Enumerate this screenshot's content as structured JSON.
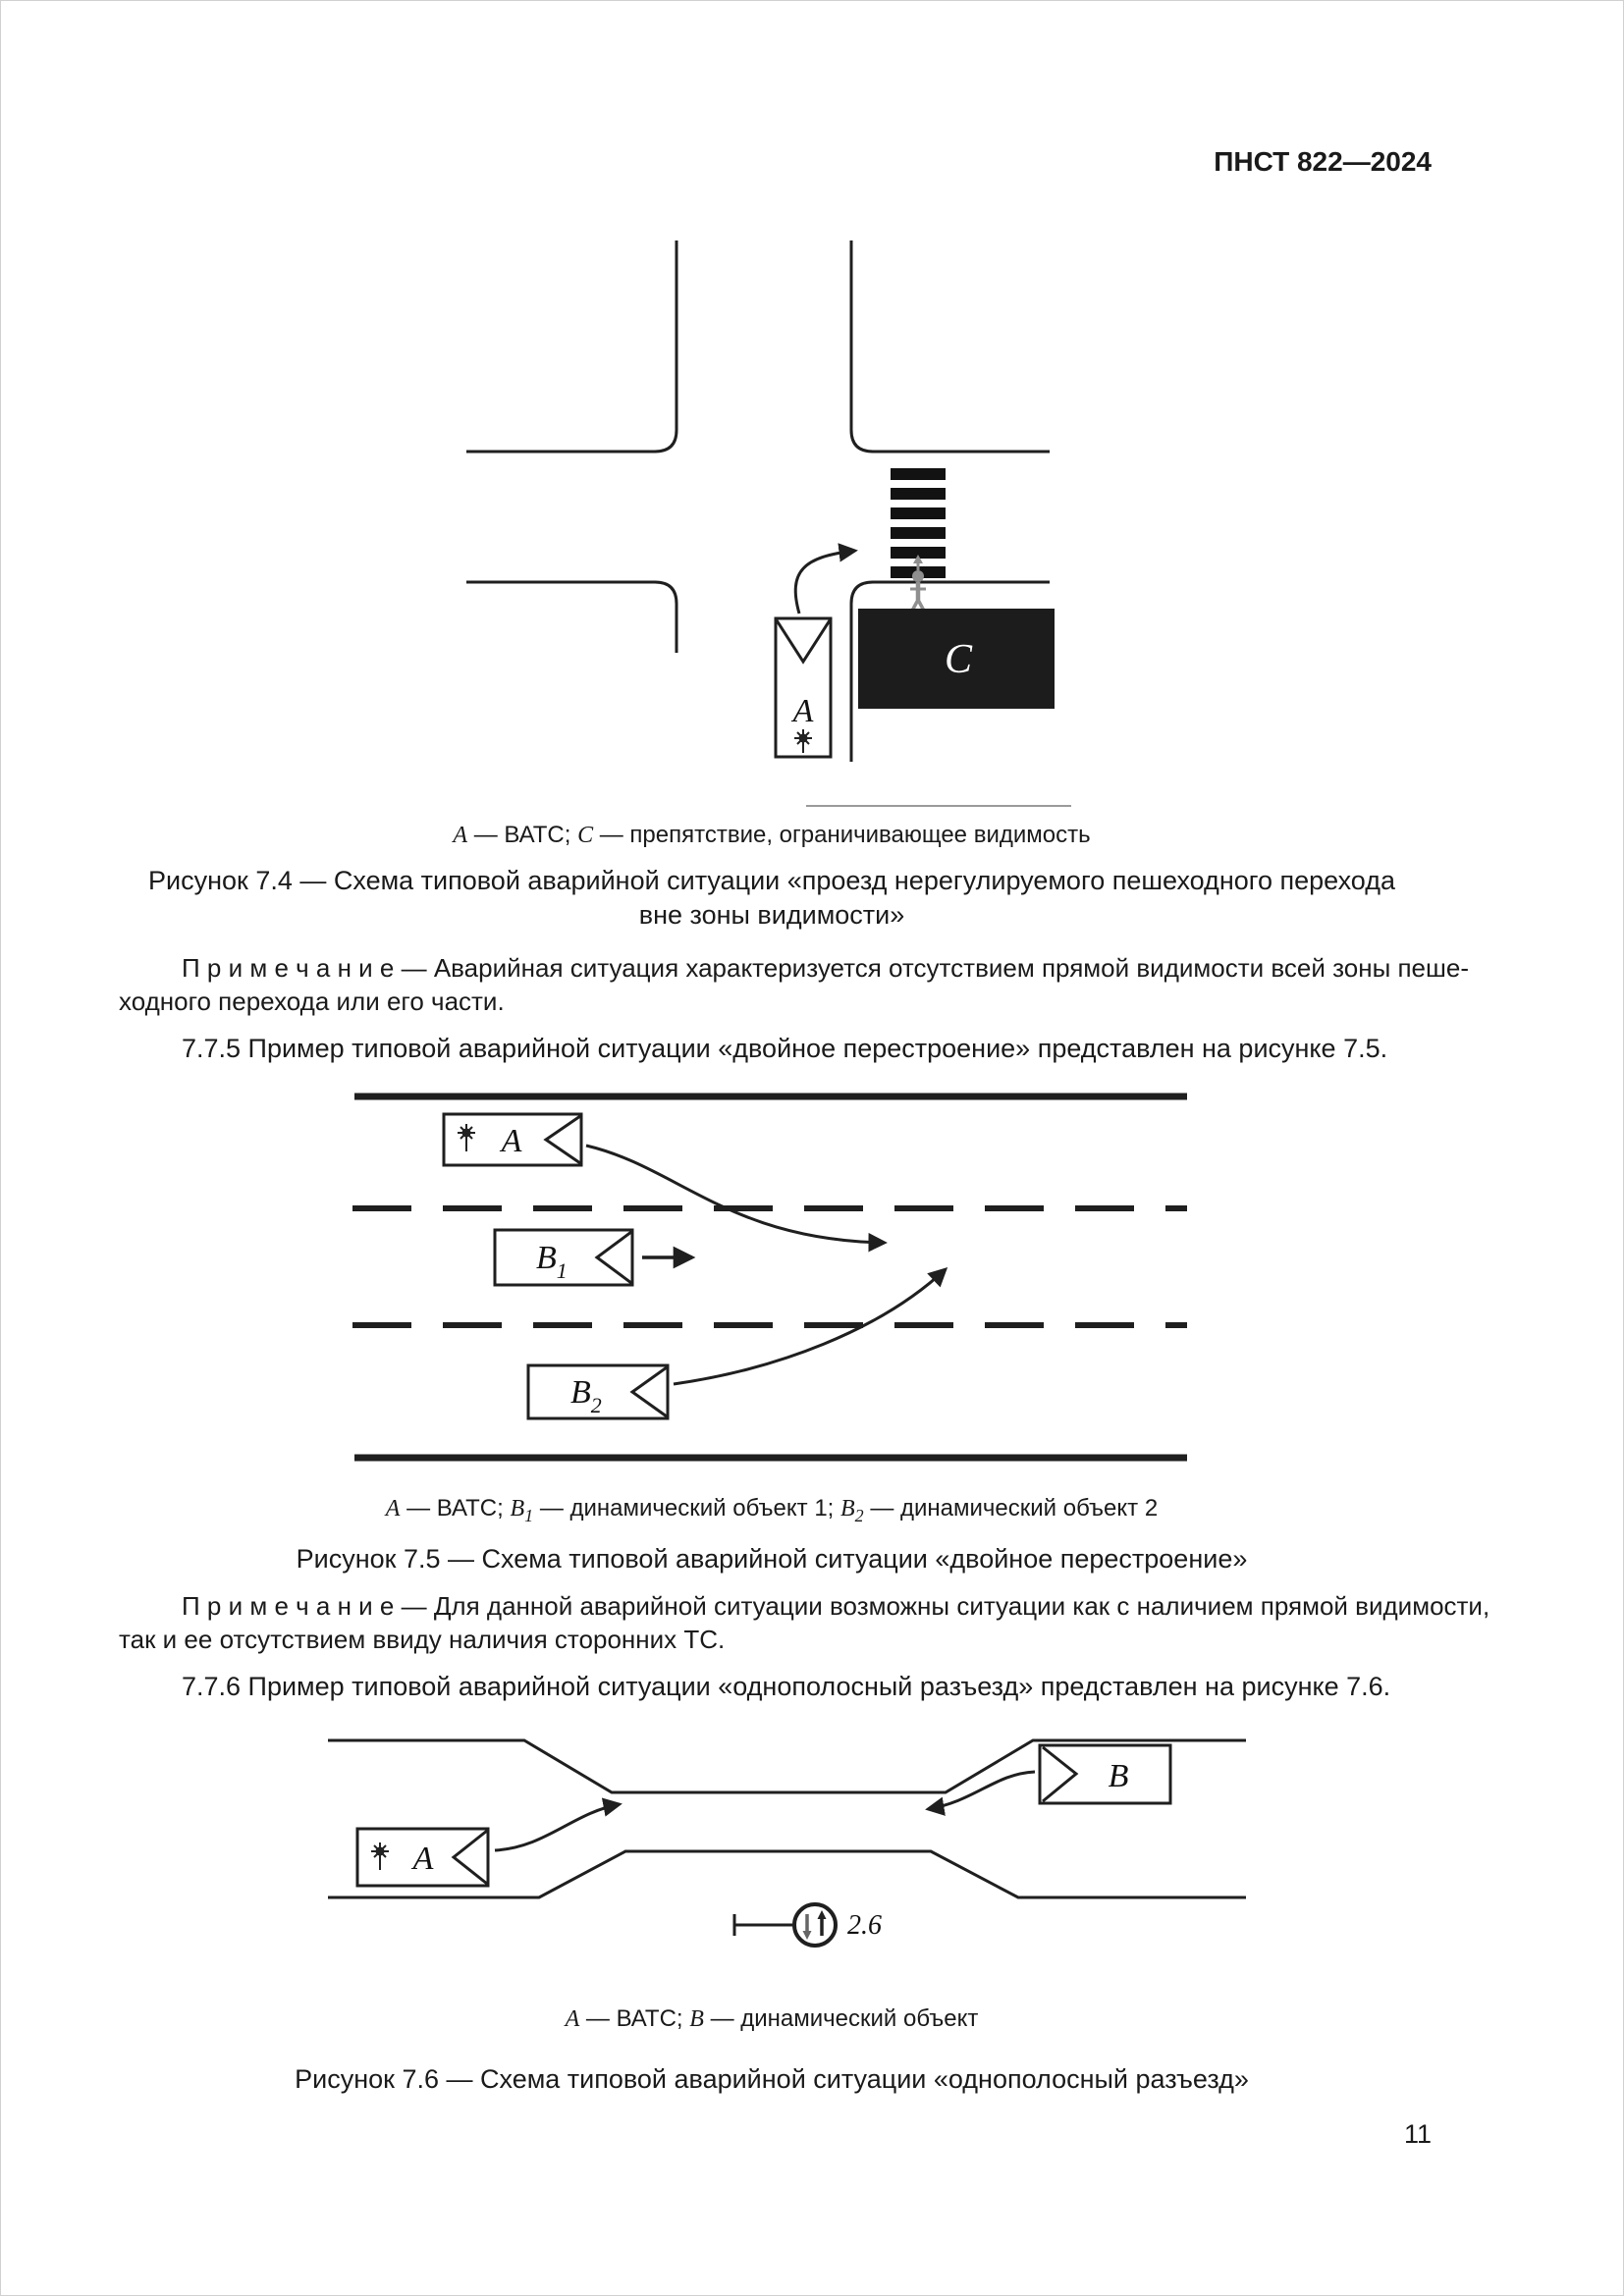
{
  "page": {
    "header": "ПНСТ 822—2024",
    "page_number": "11"
  },
  "fig74": {
    "vehicle_a": "A",
    "obstacle_c": "C"
  },
  "legend74": {
    "p1": "А",
    "p2": " — ВАТС; ",
    "p3": "С",
    "p4": " — препятствие, ограничивающее видимость"
  },
  "title74": {
    "line1": "Рисунок 7.4 — Схема типовой аварийной ситуации «проезд нерегулируемого пешеходного перехода",
    "line2": "вне зоны видимости»"
  },
  "note74": {
    "line1": "П р и м е ч а н и е — Аварийная ситуация характеризуется отсутствием прямой видимости всей зоны пеше-",
    "line2": "ходного перехода или его части."
  },
  "para775": "7.7.5 Пример типовой аварийной ситуации «двойное перестроение» представлен на рисунке 7.5.",
  "fig75": {
    "vehicle_a": "A",
    "vehicle_b1": "B",
    "b1_sub": "1",
    "vehicle_b2": "B",
    "b2_sub": "2"
  },
  "legend75": {
    "p1": "А",
    "p2": " — ВАТС; ",
    "p3": "B",
    "p3s": "1",
    "p4": " — динамический объект 1; ",
    "p5": "B",
    "p5s": "2",
    "p6": " — динамический объект 2"
  },
  "title75": "Рисунок 7.5 — Схема типовой аварийной ситуации «двойное перестроение»",
  "note75": {
    "line1": "П р и м е ч а н и е — Для данной аварийной ситуации возможны ситуации как с наличием прямой видимости,",
    "line2": "так и ее отсутствием ввиду наличия сторонних ТС."
  },
  "para776": "7.7.6 Пример типовой аварийной ситуации «однополосный разъезд» представлен на рисунке 7.6.",
  "fig76": {
    "vehicle_a": "A",
    "vehicle_b": "B",
    "sign_label": "2.6"
  },
  "legend76": {
    "p1": "А",
    "p2": " — ВАТС; ",
    "p3": "В",
    "p4": " — динамический объект"
  },
  "title76": "Рисунок 7.6 — Схема типовой аварийной ситуации «однополосный разъезд»"
}
